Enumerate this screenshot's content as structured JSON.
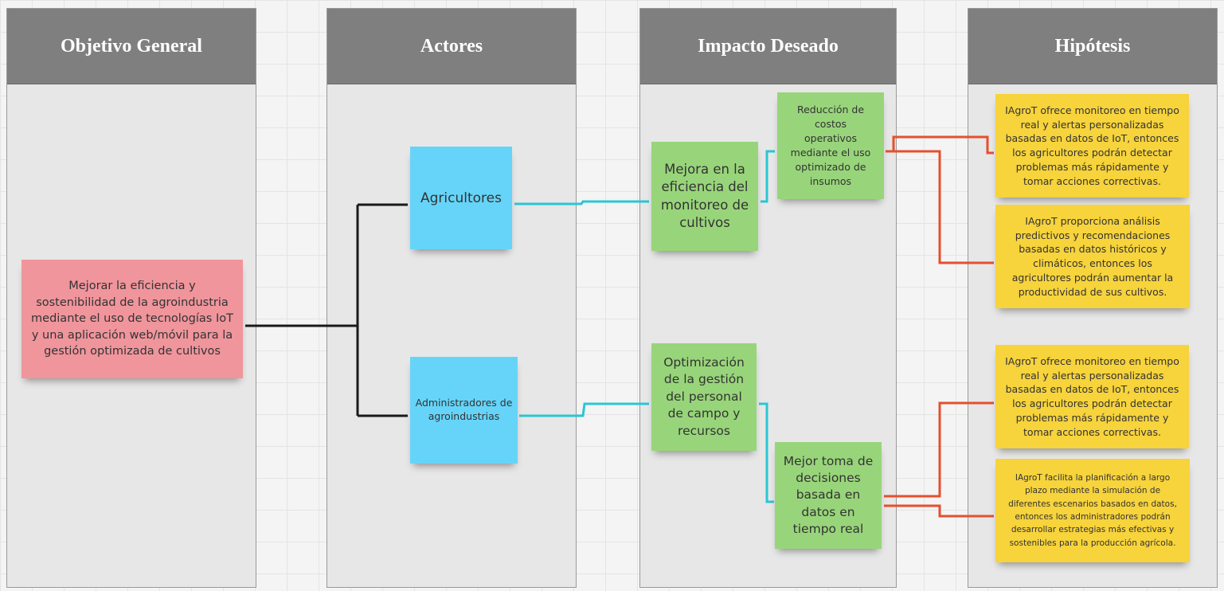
{
  "columns": {
    "objetivo": "Objetivo General",
    "actores": "Actores",
    "impacto": "Impacto Deseado",
    "hipotesis": "Hipótesis"
  },
  "objetivo": {
    "text": "Mejorar la eficiencia y sostenibilidad de la agroindustria mediante el uso de tecnologías IoT y una aplicación web/móvil para la gestión optimizada de cultivos"
  },
  "actores": {
    "agricultores": "Agricultores",
    "administradores": "Administradores de agroindustrias"
  },
  "impactos": {
    "mejora_eficiencia": "Mejora en la eficiencia del monitoreo de cultivos",
    "reduccion_costos": "Reducción de costos operativos mediante el uso optimizado de insumos",
    "optimizacion_gestion": "Optimización de la gestión del personal de campo y recursos",
    "mejor_toma": "Mejor toma de decisiones basada en datos en tiempo real"
  },
  "hipotesis": {
    "h1": "IAgroT ofrece monitoreo en tiempo real y alertas personalizadas basadas en datos de IoT, entonces los agricultores podrán detectar problemas más rápidamente y tomar acciones correctivas.",
    "h2": "IAgroT proporciona análisis predictivos y recomendaciones basadas en datos históricos y climáticos, entonces los agricultores podrán aumentar la productividad de sus cultivos.",
    "h3": "IAgroT ofrece monitoreo en tiempo real y alertas personalizadas basadas en datos de IoT, entonces los agricultores podrán detectar problemas más rápidamente y tomar acciones correctivas.",
    "h4": "IAgroT facilita la planificación a largo plazo mediante la simulación de diferentes escenarios basados en datos, entonces los administradores podrán desarrollar estrategias más efectivas y sostenibles para la producción agrícola."
  },
  "colors": {
    "objetivo_note": "#f0959c",
    "actor_note": "#66d4f8",
    "impacto_note": "#98d57a",
    "hipotesis_note": "#f7d33c",
    "connector_black": "#1a1a1a",
    "connector_cyan": "#2bc6d4",
    "connector_red": "#e5502e"
  }
}
